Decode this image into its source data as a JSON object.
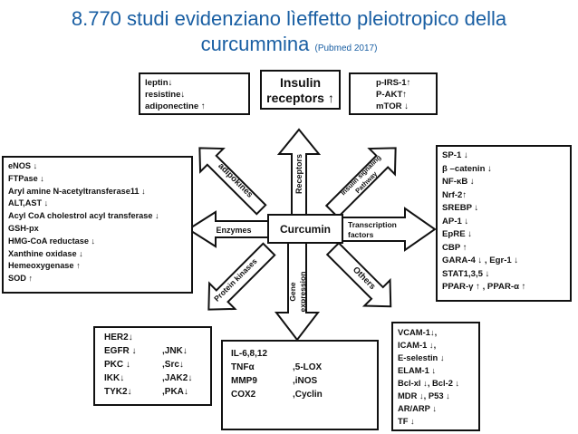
{
  "title": {
    "line1": "8.770 studi evidenziano lìeffetto pleiotropico della",
    "line2": "curcummina",
    "source": "(Pubmed 2017)"
  },
  "center": {
    "label": "Curcumin"
  },
  "arrows": {
    "receptors": "Receptors",
    "adipokines": "adipokines",
    "insulin_line1": "Insulin signaling",
    "insulin_line2": "Pathway",
    "enzymes": "Enzymes",
    "transcription_line1": "Transcription",
    "transcription_line2": "factors",
    "protein_kinases": "Protein kinases",
    "gene_line1": "Gene",
    "gene_line2": "expression",
    "others": "Others"
  },
  "boxes": {
    "adipokines": [
      "leptin↓",
      "resistine↓",
      "adiponectine ↑"
    ],
    "insulin_receptors": [
      "Insulin",
      "receptors ↑"
    ],
    "insulin_pathway": [
      "p-IRS-1↑",
      "P-AKT↑",
      "mTOR ↓"
    ],
    "enzymes": [
      "eNOS ↓",
      "FTPase ↓",
      "Aryl amine N-acetyltransferase11 ↓",
      "ALT,AST ↓",
      "Acyl CoA cholestrol acyl transferase ↓",
      "GSH-px",
      "HMG-CoA reductase ↓",
      "Xanthine oxidase ↓",
      "Hemeoxygenase ↑",
      "SOD ↑"
    ],
    "transcription": [
      "SP-1 ↓",
      "β –catenin ↓",
      "NF-κB ↓",
      "Nrf-2↑",
      "SREBP ↓",
      "AP-1 ↓",
      "EpRE ↓",
      "CBP ↑",
      "GARA-4 ↓   , Egr-1 ↓",
      "STAT1,3,5 ↓",
      "PPAR-γ ↑ , PPAR-α ↑"
    ],
    "kinases": [
      [
        "HER2↓",
        ""
      ],
      [
        "EGFR ↓",
        ",JNK↓"
      ],
      [
        "PKC ↓",
        ",Src↓"
      ],
      [
        "IKK↓",
        ",JAK2↓"
      ],
      [
        "TYK2↓",
        ",PKA↓"
      ]
    ],
    "gene_expression": [
      [
        "IL-6,8,12",
        ""
      ],
      [
        "TNFα",
        ",5-LOX"
      ],
      [
        "MMP9",
        ",iNOS"
      ],
      [
        "COX2",
        ",Cyclin"
      ]
    ],
    "others": [
      "VCAM-1↓,",
      "ICAM-1 ↓,",
      "E-selestin ↓",
      "ELAM-1 ↓",
      "Bcl-xl ↓, Bcl-2 ↓",
      "MDR ↓, P53 ↓",
      "AR/ARP ↓",
      "TF ↓"
    ]
  }
}
